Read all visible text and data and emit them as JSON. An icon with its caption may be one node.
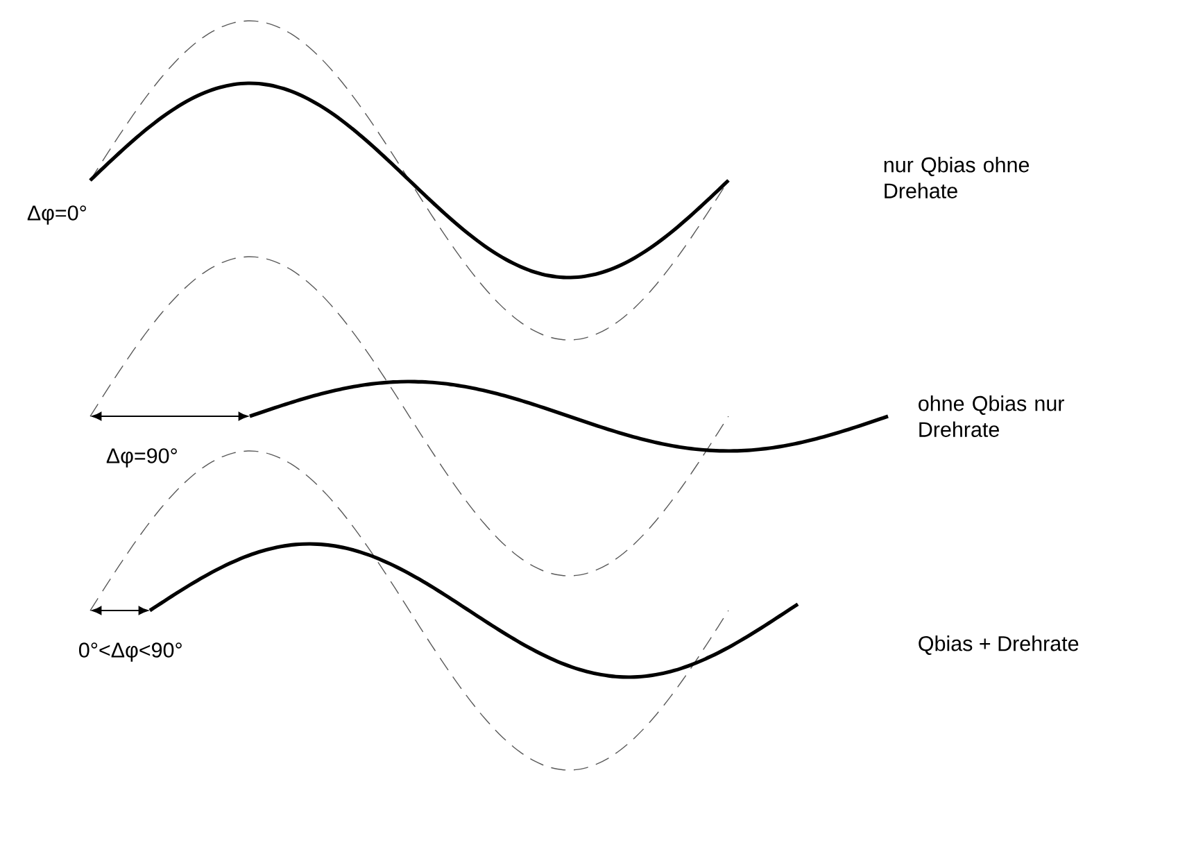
{
  "diagram": {
    "labels": [
      "nur Qbias ohne Drehate",
      "Δφ=0°",
      "ohne Qbias nur Drehrate",
      "Δφ=90°",
      "Qbias + Drehrate",
      "0°<Δφ<90°"
    ]
  }
}
